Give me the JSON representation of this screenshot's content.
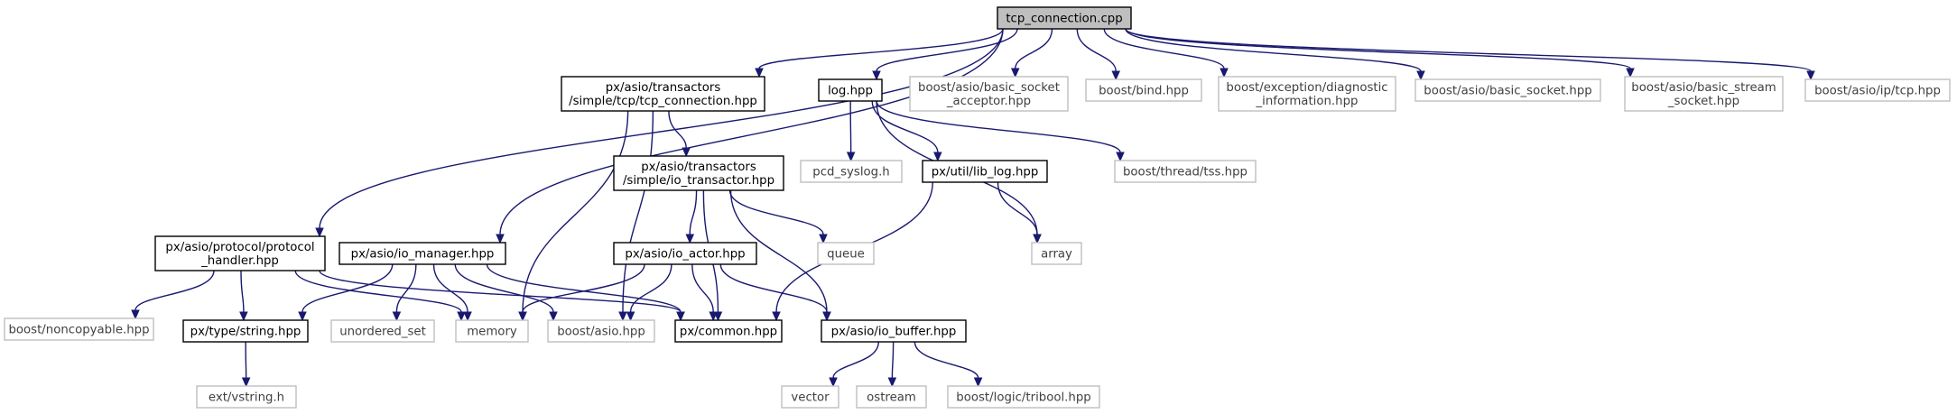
{
  "diagram": {
    "type": "include-dependency-graph",
    "colors": {
      "edge": "#191970",
      "root_fill": "#bfbfbf",
      "solid_border": "#000000",
      "grey_border": "#bfbfbf",
      "grey_text": "#404040"
    },
    "nodes": [
      {
        "id": "root",
        "lines": [
          "tcp_connection.cpp"
        ],
        "style": "root"
      },
      {
        "id": "tcpconn",
        "lines": [
          "px/asio/transactors",
          "/simple/tcp/tcp_connection.hpp"
        ],
        "style": "solid"
      },
      {
        "id": "loghpp",
        "lines": [
          "log.hpp"
        ],
        "style": "solid"
      },
      {
        "id": "acceptor",
        "lines": [
          "boost/asio/basic_socket",
          "_acceptor.hpp"
        ],
        "style": "grey"
      },
      {
        "id": "bind",
        "lines": [
          "boost/bind.hpp"
        ],
        "style": "grey"
      },
      {
        "id": "diag",
        "lines": [
          "boost/exception/diagnostic",
          "_information.hpp"
        ],
        "style": "grey"
      },
      {
        "id": "basicsocket",
        "lines": [
          "boost/asio/basic_socket.hpp"
        ],
        "style": "grey"
      },
      {
        "id": "stream",
        "lines": [
          "boost/asio/basic_stream",
          "_socket.hpp"
        ],
        "style": "grey"
      },
      {
        "id": "iptcp",
        "lines": [
          "boost/asio/ip/tcp.hpp"
        ],
        "style": "grey"
      },
      {
        "id": "iotrans",
        "lines": [
          "px/asio/transactors",
          "/simple/io_transactor.hpp"
        ],
        "style": "solid"
      },
      {
        "id": "pcd",
        "lines": [
          "pcd_syslog.h"
        ],
        "style": "grey"
      },
      {
        "id": "liblog",
        "lines": [
          "px/util/lib_log.hpp"
        ],
        "style": "solid"
      },
      {
        "id": "tss",
        "lines": [
          "boost/thread/tss.hpp"
        ],
        "style": "grey"
      },
      {
        "id": "protocol",
        "lines": [
          "px/asio/protocol/protocol",
          "_handler.hpp"
        ],
        "style": "solid"
      },
      {
        "id": "iomanager",
        "lines": [
          "px/asio/io_manager.hpp"
        ],
        "style": "solid"
      },
      {
        "id": "ioactor",
        "lines": [
          "px/asio/io_actor.hpp"
        ],
        "style": "solid"
      },
      {
        "id": "queue",
        "lines": [
          "queue"
        ],
        "style": "grey"
      },
      {
        "id": "array",
        "lines": [
          "array"
        ],
        "style": "grey"
      },
      {
        "id": "noncopy",
        "lines": [
          "boost/noncopyable.hpp"
        ],
        "style": "grey"
      },
      {
        "id": "string",
        "lines": [
          "px/type/string.hpp"
        ],
        "style": "solid"
      },
      {
        "id": "unordered",
        "lines": [
          "unordered_set"
        ],
        "style": "grey"
      },
      {
        "id": "memory",
        "lines": [
          "memory"
        ],
        "style": "grey"
      },
      {
        "id": "boostasio",
        "lines": [
          "boost/asio.hpp"
        ],
        "style": "grey"
      },
      {
        "id": "common",
        "lines": [
          "px/common.hpp"
        ],
        "style": "solid"
      },
      {
        "id": "iobuffer",
        "lines": [
          "px/asio/io_buffer.hpp"
        ],
        "style": "solid"
      },
      {
        "id": "vstring",
        "lines": [
          "ext/vstring.h"
        ],
        "style": "grey"
      },
      {
        "id": "vector",
        "lines": [
          "vector"
        ],
        "style": "grey"
      },
      {
        "id": "ostream",
        "lines": [
          "ostream"
        ],
        "style": "grey"
      },
      {
        "id": "tribool",
        "lines": [
          "boost/logic/tribool.hpp"
        ],
        "style": "grey"
      }
    ],
    "edges": [
      [
        "root",
        "tcpconn"
      ],
      [
        "root",
        "loghpp"
      ],
      [
        "root",
        "acceptor"
      ],
      [
        "root",
        "bind"
      ],
      [
        "root",
        "diag"
      ],
      [
        "root",
        "basicsocket"
      ],
      [
        "root",
        "stream"
      ],
      [
        "root",
        "iptcp"
      ],
      [
        "root",
        "protocol"
      ],
      [
        "root",
        "iomanager"
      ],
      [
        "tcpconn",
        "iotrans"
      ],
      [
        "tcpconn",
        "memory"
      ],
      [
        "tcpconn",
        "boostasio"
      ],
      [
        "loghpp",
        "pcd"
      ],
      [
        "loghpp",
        "liblog"
      ],
      [
        "loghpp",
        "tss"
      ],
      [
        "loghpp",
        "array"
      ],
      [
        "iotrans",
        "ioactor"
      ],
      [
        "iotrans",
        "queue"
      ],
      [
        "iotrans",
        "common"
      ],
      [
        "iotrans",
        "iobuffer"
      ],
      [
        "liblog",
        "array"
      ],
      [
        "liblog",
        "common"
      ],
      [
        "protocol",
        "noncopy"
      ],
      [
        "protocol",
        "string"
      ],
      [
        "protocol",
        "memory"
      ],
      [
        "protocol",
        "common"
      ],
      [
        "iomanager",
        "string"
      ],
      [
        "iomanager",
        "unordered"
      ],
      [
        "iomanager",
        "memory"
      ],
      [
        "iomanager",
        "boostasio"
      ],
      [
        "iomanager",
        "common"
      ],
      [
        "ioactor",
        "memory"
      ],
      [
        "ioactor",
        "boostasio"
      ],
      [
        "ioactor",
        "common"
      ],
      [
        "ioactor",
        "iobuffer"
      ],
      [
        "string",
        "vstring"
      ],
      [
        "iobuffer",
        "vector"
      ],
      [
        "iobuffer",
        "ostream"
      ],
      [
        "iobuffer",
        "tribool"
      ]
    ]
  }
}
